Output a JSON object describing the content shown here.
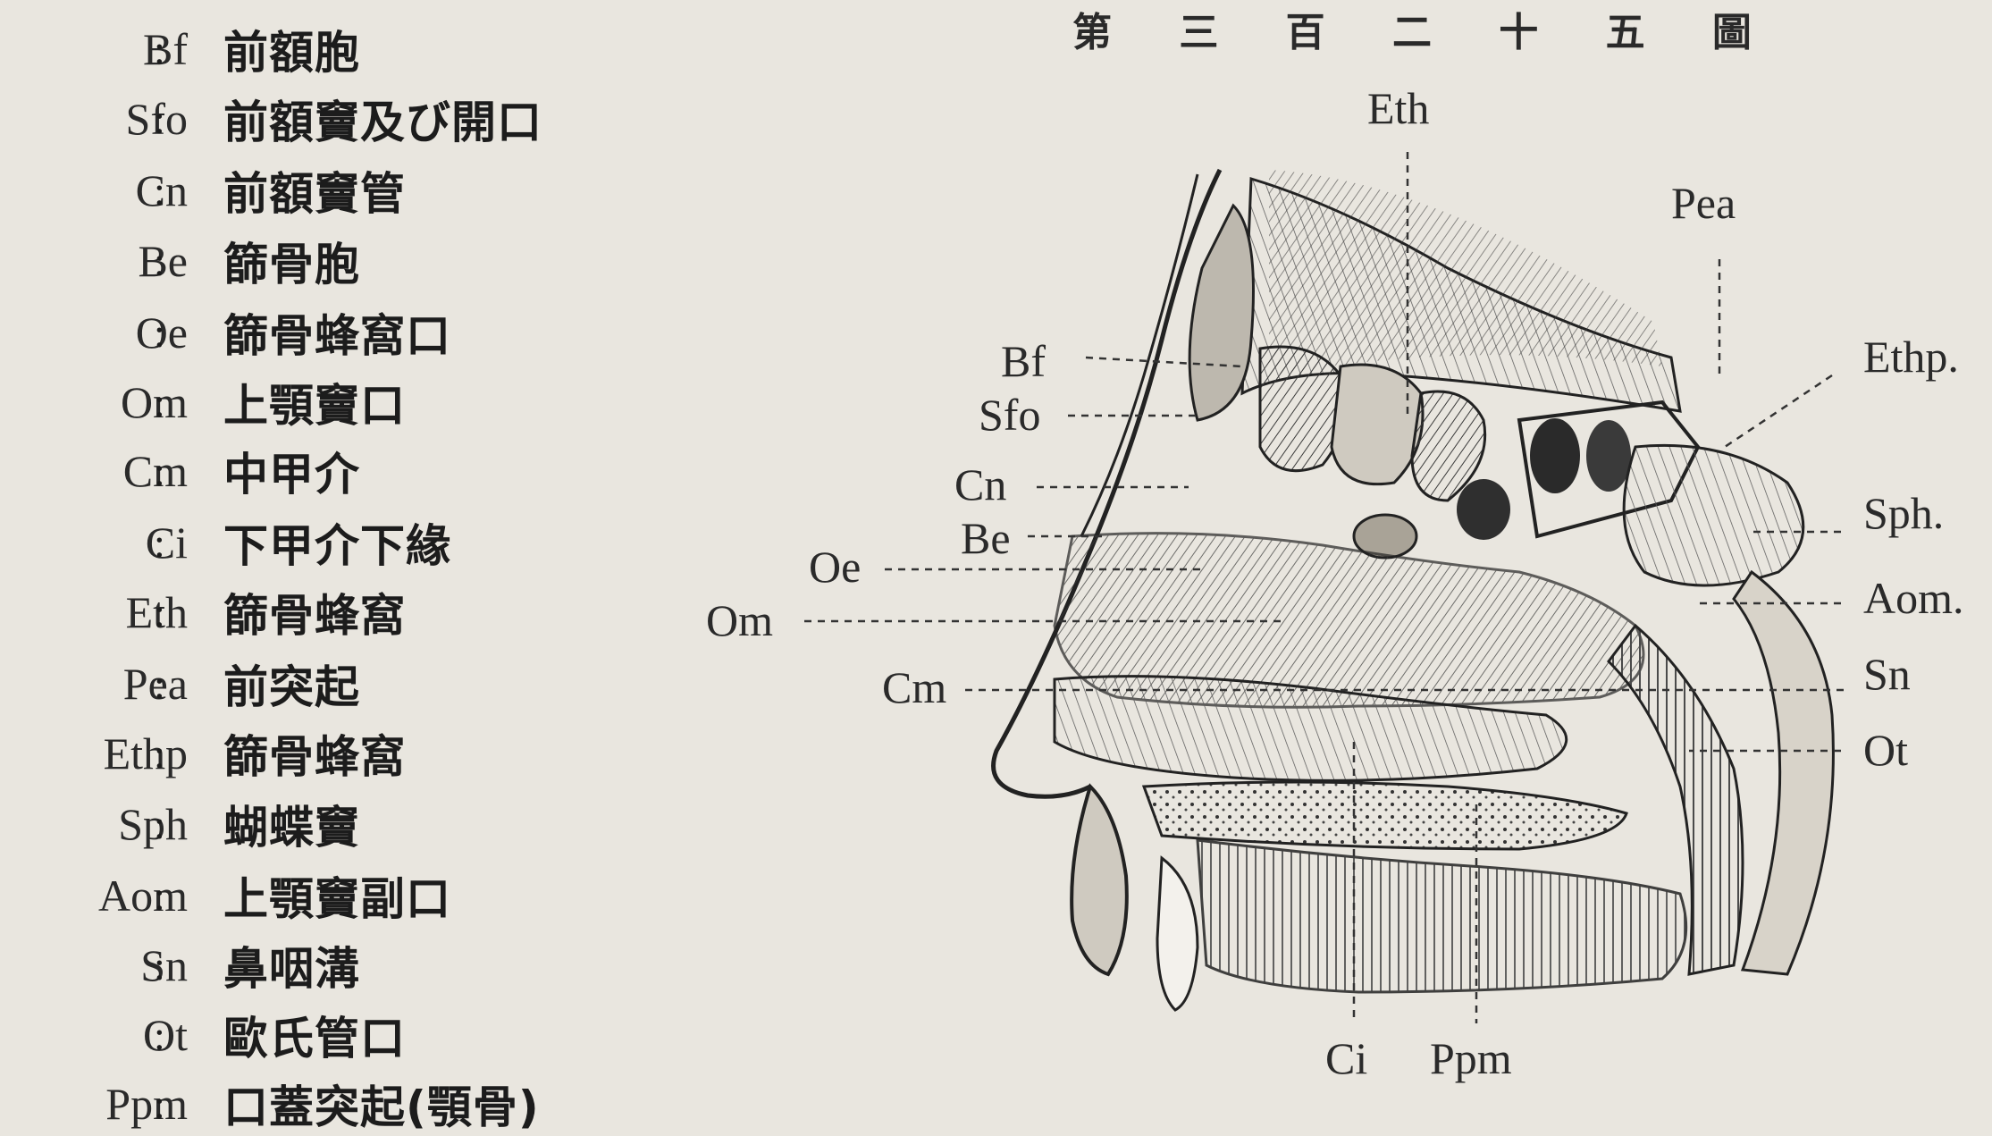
{
  "figure_title": "第 三 百 二 十 五 圖",
  "legend": [
    {
      "abbr": "Bf",
      "desc": "前額胞"
    },
    {
      "abbr": "Sfo",
      "desc": "前額竇及び開口"
    },
    {
      "abbr": "Cn",
      "desc": "前額竇管"
    },
    {
      "abbr": "Be",
      "desc": "篩骨胞"
    },
    {
      "abbr": "Oe",
      "desc": "篩骨蜂窩口"
    },
    {
      "abbr": "Om",
      "desc": "上顎竇口"
    },
    {
      "abbr": "Cm",
      "desc": "中甲介"
    },
    {
      "abbr": "Ci",
      "desc": "下甲介下緣"
    },
    {
      "abbr": "Eth",
      "desc": "篩骨蜂窩"
    },
    {
      "abbr": "Pea",
      "desc": "前突起"
    },
    {
      "abbr": "Ethp",
      "desc": "篩骨蜂窩"
    },
    {
      "abbr": "Sph",
      "desc": "蝴蝶竇"
    },
    {
      "abbr": "Aom",
      "desc": "上顎竇副口"
    },
    {
      "abbr": "Sn",
      "desc": "鼻咽溝"
    },
    {
      "abbr": "Ot",
      "desc": "歐氏管口"
    },
    {
      "abbr": "Ppm",
      "desc": "口蓋突起(顎骨)"
    }
  ],
  "callouts": {
    "eth": "Eth",
    "pea": "Pea",
    "ethp": "Ethp.",
    "bf": "Bf",
    "sfo": "Sfo",
    "cn": "Cn",
    "be": "Be",
    "oe": "Oe",
    "om": "Om",
    "cm": "Cm",
    "sph": "Sph.",
    "aom": "Aom.",
    "sn": "Sn",
    "ot": "Ot",
    "ci": "Ci",
    "ppm": "Ppm"
  }
}
